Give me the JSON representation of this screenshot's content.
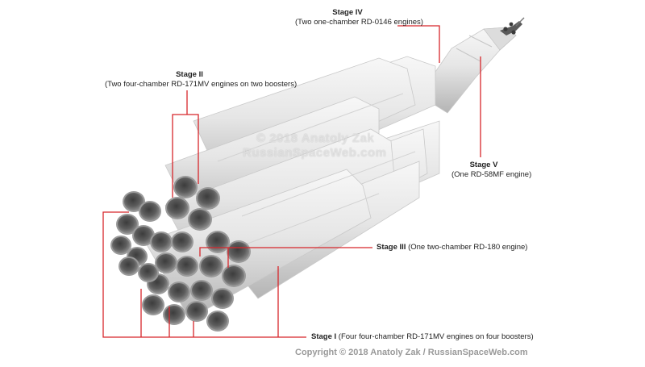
{
  "labels": {
    "stage4": {
      "title": "Stage IV",
      "desc": "(Two one-chamber RD-0146 engines)"
    },
    "stage2": {
      "title": "Stage II",
      "desc": "(Two four-chamber RD-171MV engines on two boosters)"
    },
    "stage5": {
      "title": "Stage V",
      "desc": "(One RD-58MF engine)"
    },
    "stage3": {
      "title": "Stage III",
      "desc": "(One two-chamber RD-180 engine)"
    },
    "stage1": {
      "title": "Stage I",
      "desc": "(Four four-chamber RD-171MV engines on four boosters)"
    }
  },
  "watermark": {
    "line1": "© 2018 Anatoly Zak",
    "line2": "RussianSpaceWeb.com"
  },
  "copyright": "Copyright © 2018 Anatoly Zak / RussianSpaceWeb.com",
  "colors": {
    "leader": "#d7262b",
    "body": "#e9e9e9",
    "shadow": "#b9b9b9",
    "nozzle": "#6f6f6f"
  }
}
